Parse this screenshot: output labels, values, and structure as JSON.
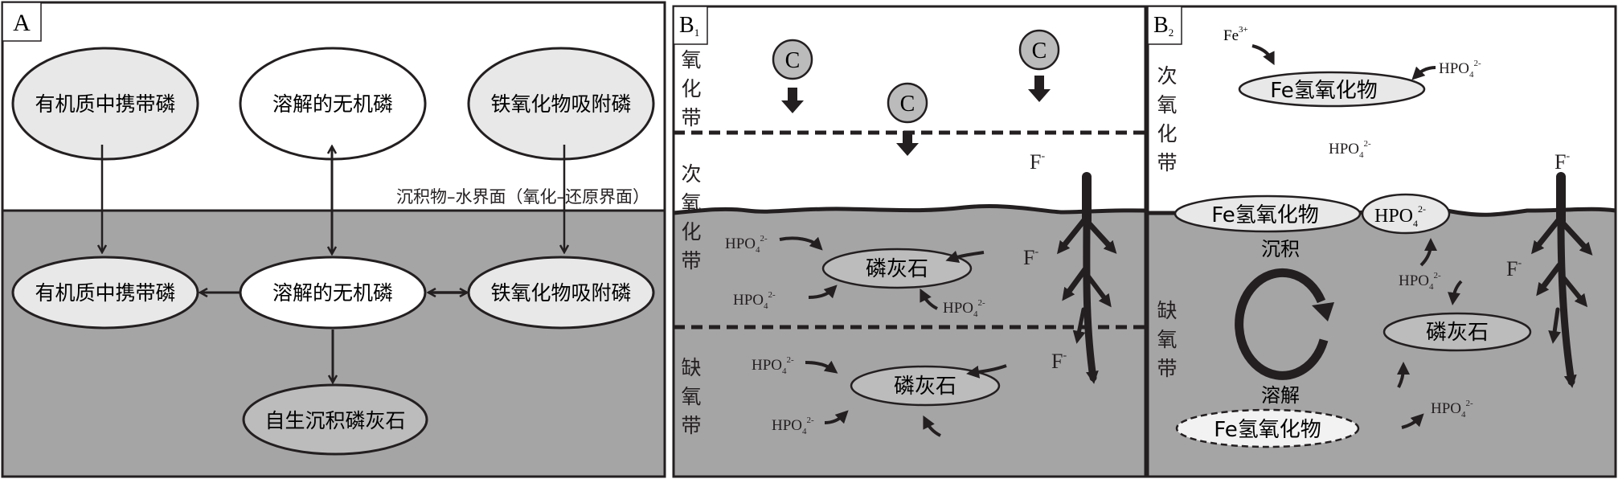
{
  "colors": {
    "upper_bg": "#ffffff",
    "lower_bg": "#a6a5a6",
    "ellipse_light": "#e8e8e8",
    "ellipse_white": "#ffffff",
    "ellipse_mid": "#bdbcbd",
    "circle_fill": "#bcbbbc",
    "stroke": "#231f20"
  },
  "panel_a": {
    "label": "A",
    "interface_label": "沉积物–水界面（氧化–还原界面）",
    "upper_nodes": [
      "有机质中携带磷",
      "溶解的无机磷",
      "铁氧化物吸附磷"
    ],
    "lower_nodes": [
      "有机质中携带磷",
      "溶解的无机磷",
      "铁氧化物吸附磷"
    ],
    "bottom_node": "自生沉积磷灰石"
  },
  "panel_b1": {
    "label": "B",
    "label_sub": "1",
    "zone_oxic": [
      "氧",
      "化",
      "带"
    ],
    "zone_suboxic": [
      "次",
      "氧",
      "化",
      "带"
    ],
    "zone_anoxic": [
      "缺",
      "氧",
      "带"
    ],
    "carbon_symbol": "C",
    "apatite": "磷灰石",
    "phosphate": "HPO",
    "phosphate_sub": "4",
    "phosphate_sup": "2-",
    "fluoride": "F",
    "fluoride_sup": "-"
  },
  "panel_b2": {
    "label": "B",
    "label_sub": "2",
    "zone_suboxic": [
      "次",
      "氧",
      "化",
      "带"
    ],
    "zone_anoxic": [
      "缺",
      "氧",
      "带"
    ],
    "iron_ion": "Fe",
    "iron_sup": "3+",
    "fe_hydroxide": "Fe氢氧化物",
    "phosphate": "HPO",
    "phosphate_sub": "4",
    "phosphate_sup": "2-",
    "fluoride": "F",
    "fluoride_sup": "-",
    "deposition": "沉积",
    "dissolution": "溶解",
    "apatite": "磷灰石"
  }
}
